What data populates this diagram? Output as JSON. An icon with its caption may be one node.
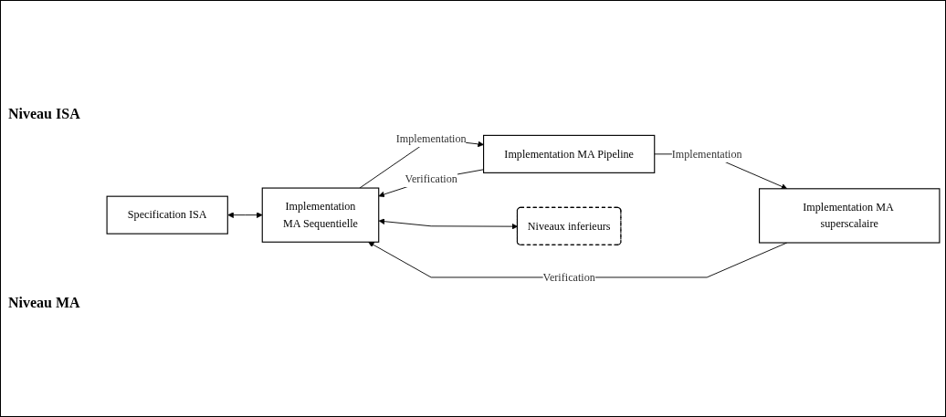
{
  "diagram": {
    "nodes": [
      {
        "text": [
          "Specification ISA"
        ]
      },
      {
        "text": [
          "Implementation",
          "MA Sequentielle"
        ]
      },
      {
        "text": [
          "Implementation MA Pipeline"
        ]
      },
      {
        "text": [
          "Implementation MA superscalaire"
        ]
      },
      {
        "text": [
          "Niveaux inferieurs"
        ]
      }
    ],
    "edges": [
      {
        "from": 0,
        "to": 1,
        "arrow": "both"
      },
      {
        "from": 1,
        "to": 2,
        "arrow": "to",
        "label": "Implementation"
      },
      {
        "from": 2,
        "to": 3,
        "arrow": "to",
        "label": "Implementation"
      },
      {
        "from": 2,
        "to": 1,
        "arrow": "to",
        "label": "Verification"
      },
      {
        "from": 3,
        "to": 1,
        "arrow": "to",
        "label": "Verification"
      },
      {
        "from": 1,
        "to": 4,
        "arrow": "both"
      }
    ],
    "labels": [
      "Niveau ISA",
      "Niveau MA"
    ]
  }
}
